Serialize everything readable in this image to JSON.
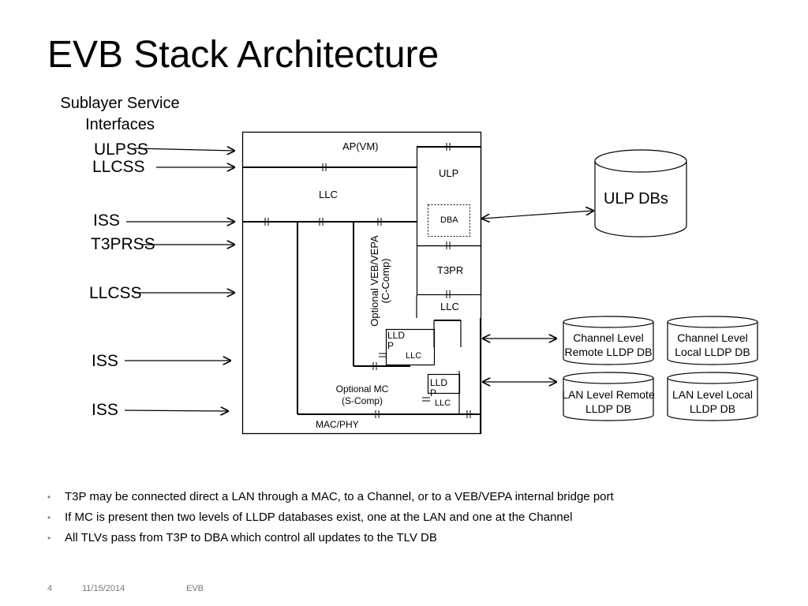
{
  "title": "EVB Stack Architecture",
  "subtitle": "Sublayer Service Interfaces",
  "interfaces": {
    "ulpss": "ULPSS",
    "llcss_top": "LLCSS",
    "iss_1": "ISS",
    "t3prss": "T3PRSS",
    "llcss_mid": "LLCSS",
    "iss_2": "ISS",
    "iss_3": "ISS"
  },
  "blocks": {
    "ap_vm": "AP(VM)",
    "ulp": "ULP",
    "llc_main": "LLC",
    "dba": "DBA",
    "t3pr": "T3PR",
    "llc_t3pr": "LLC",
    "veb_line1": "Optional VEB/VEPA",
    "veb_line2": "(C-Comp)",
    "lldp_upper": "LLD P",
    "llc_upper": "LLC",
    "mc_line1": "Optional MC",
    "mc_line2": "(S-Comp)",
    "lldp_lower": "LLD P",
    "llc_lower": "LLC",
    "mac_phy": "MAC/PHY"
  },
  "databases": {
    "ulp_dbs": "ULP DBs",
    "channel_remote": "Channel Level Remote LLDP DB",
    "channel_local": "Channel Level Local LLDP DB",
    "lan_remote": "LAN Level Remote LLDP DB",
    "lan_local": "LAN Level Local LLDP DB"
  },
  "bullets": [
    "T3P may be connected direct a LAN through a MAC, to a Channel, or to a VEB/VEPA internal bridge port",
    "If MC is present then two levels of LLDP databases exist, one at the LAN and one at the Channel",
    "All TLVs pass from T3P to DBA which control all updates to the TLV DB"
  ],
  "footer": {
    "page": "4",
    "date": "11/15/2014",
    "label": "EVB"
  }
}
